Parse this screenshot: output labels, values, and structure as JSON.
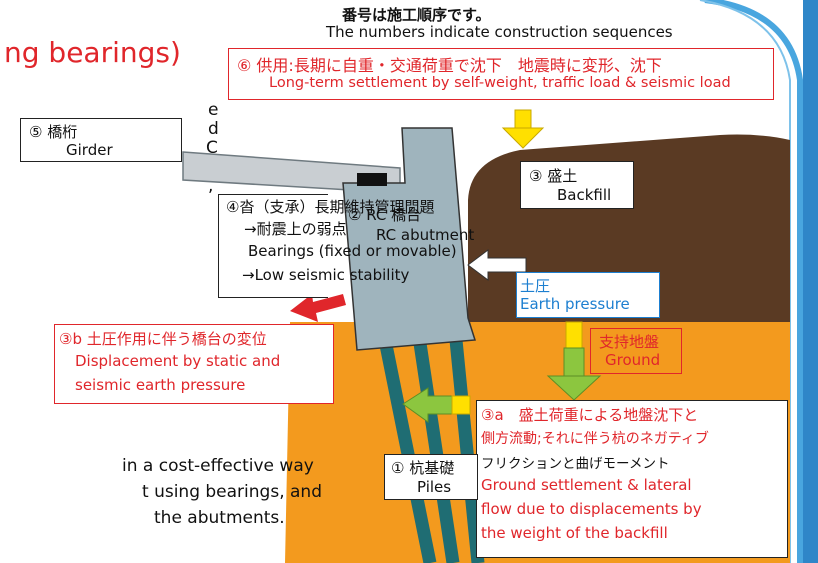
{
  "colors": {
    "frame_blue": "#49a6df",
    "backfill_brown": "#5a3a23",
    "ground_orange": "#f39a1e",
    "abutment_gray": "#9fb4bd",
    "pile_teal": "#1f6d73",
    "arrow_yellow": "#ffe000",
    "arrow_green": "#8cc63f",
    "arrow_red": "#e0262b",
    "text_red": "#e0262b",
    "text_blue": "#1d7fd0"
  },
  "title_partial": "ng bearings)",
  "left_fragments": [
    "e",
    "d",
    "C",
    ","
  ],
  "notice": {
    "jp": "番号は施工順序です。",
    "en": "The numbers indicate construction sequences"
  },
  "labels": {
    "service": {
      "jp": "⑥ 供用:長期に自重・交通荷重で沈下　地震時に変形、沈下",
      "en": "Long-term settlement by self-weight, traffic load & seismic load"
    },
    "girder": {
      "jp": "⑤ 橋桁",
      "en": "Girder"
    },
    "backfill": {
      "jp": "③ 盛土",
      "en": "Backfill"
    },
    "bearing": {
      "line1": "④沓（支承）長期維持管理問題",
      "line2": "→耐震上の弱点",
      "line3": "Bearings (fixed or movable)",
      "line4": "→Low seismic stability"
    },
    "abutment": {
      "jp": "② RC 橋台",
      "en": "RC abutment"
    },
    "earth_pressure": {
      "jp": "土圧",
      "en": "Earth pressure"
    },
    "displacement": {
      "jp": "③b 土圧作用に伴う橋台の変位",
      "en1": "Displacement by static and",
      "en2": "seismic earth pressure"
    },
    "support_ground": {
      "jp": "支持地盤",
      "en": "Ground"
    },
    "settlement": {
      "jp1": "③a　盛土荷重による地盤沈下と",
      "jp2": "側方流動;それに伴う杭のネガティブ",
      "jp3": "フリクションと曲げモーメント",
      "en1": "Ground settlement & lateral",
      "en2": "flow due to displacements by",
      "en3": "the weight of the backfill"
    },
    "piles": {
      "jp": "① 杭基礎",
      "en": "Piles"
    }
  },
  "bottom_text": {
    "line1": "in a cost-effective way",
    "line2": "t using bearings, and",
    "line3": "the abutments."
  }
}
